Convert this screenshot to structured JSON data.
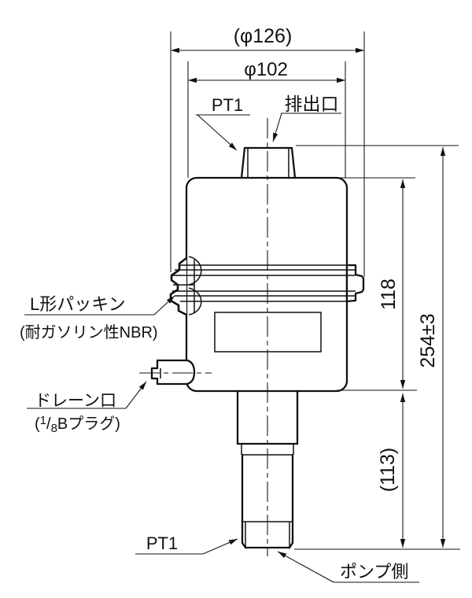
{
  "dimensions": {
    "flange_diameter": "(φ126)",
    "body_diameter": "φ102",
    "upper_height": "118",
    "overall_height": "254±3",
    "lower_height": "(113)"
  },
  "labels": {
    "top_port_thread": "PT1",
    "outlet_port": "排出口",
    "packing": "L形パッキン",
    "packing_material": "(耐ガソリン性NBR)",
    "drain_port": "ドレーン口",
    "drain_plug": {
      "open": "(",
      "numerator": "1",
      "slash": "/",
      "denominator": "8",
      "rest": "Bプラグ)"
    },
    "bottom_port_thread": "PT1",
    "pump_side": "ポンプ側"
  },
  "colors": {
    "line": "#111111",
    "background": "#ffffff"
  }
}
